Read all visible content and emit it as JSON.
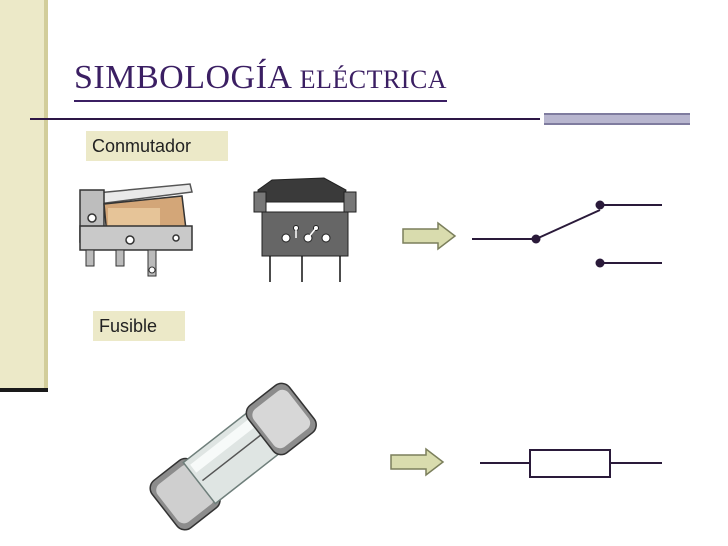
{
  "slide": {
    "title_main": "SIMBOLOGÍA",
    "title_small": "ELÉCTRICA"
  },
  "sections": {
    "switch": {
      "label": "Conmutador"
    },
    "fuse": {
      "label": "Fusible"
    }
  },
  "colors": {
    "title": "#3b1f63",
    "label_bg": "#ece9c8",
    "arrow_fill": "#d9dcae",
    "arrow_stroke": "#7b7f5c",
    "symbol_stroke": "#2a1a3a"
  },
  "icons": {
    "microswitch": "microswitch-photo-icon",
    "rocker": "rocker-switch-icon",
    "fuse": "glass-fuse-icon"
  }
}
